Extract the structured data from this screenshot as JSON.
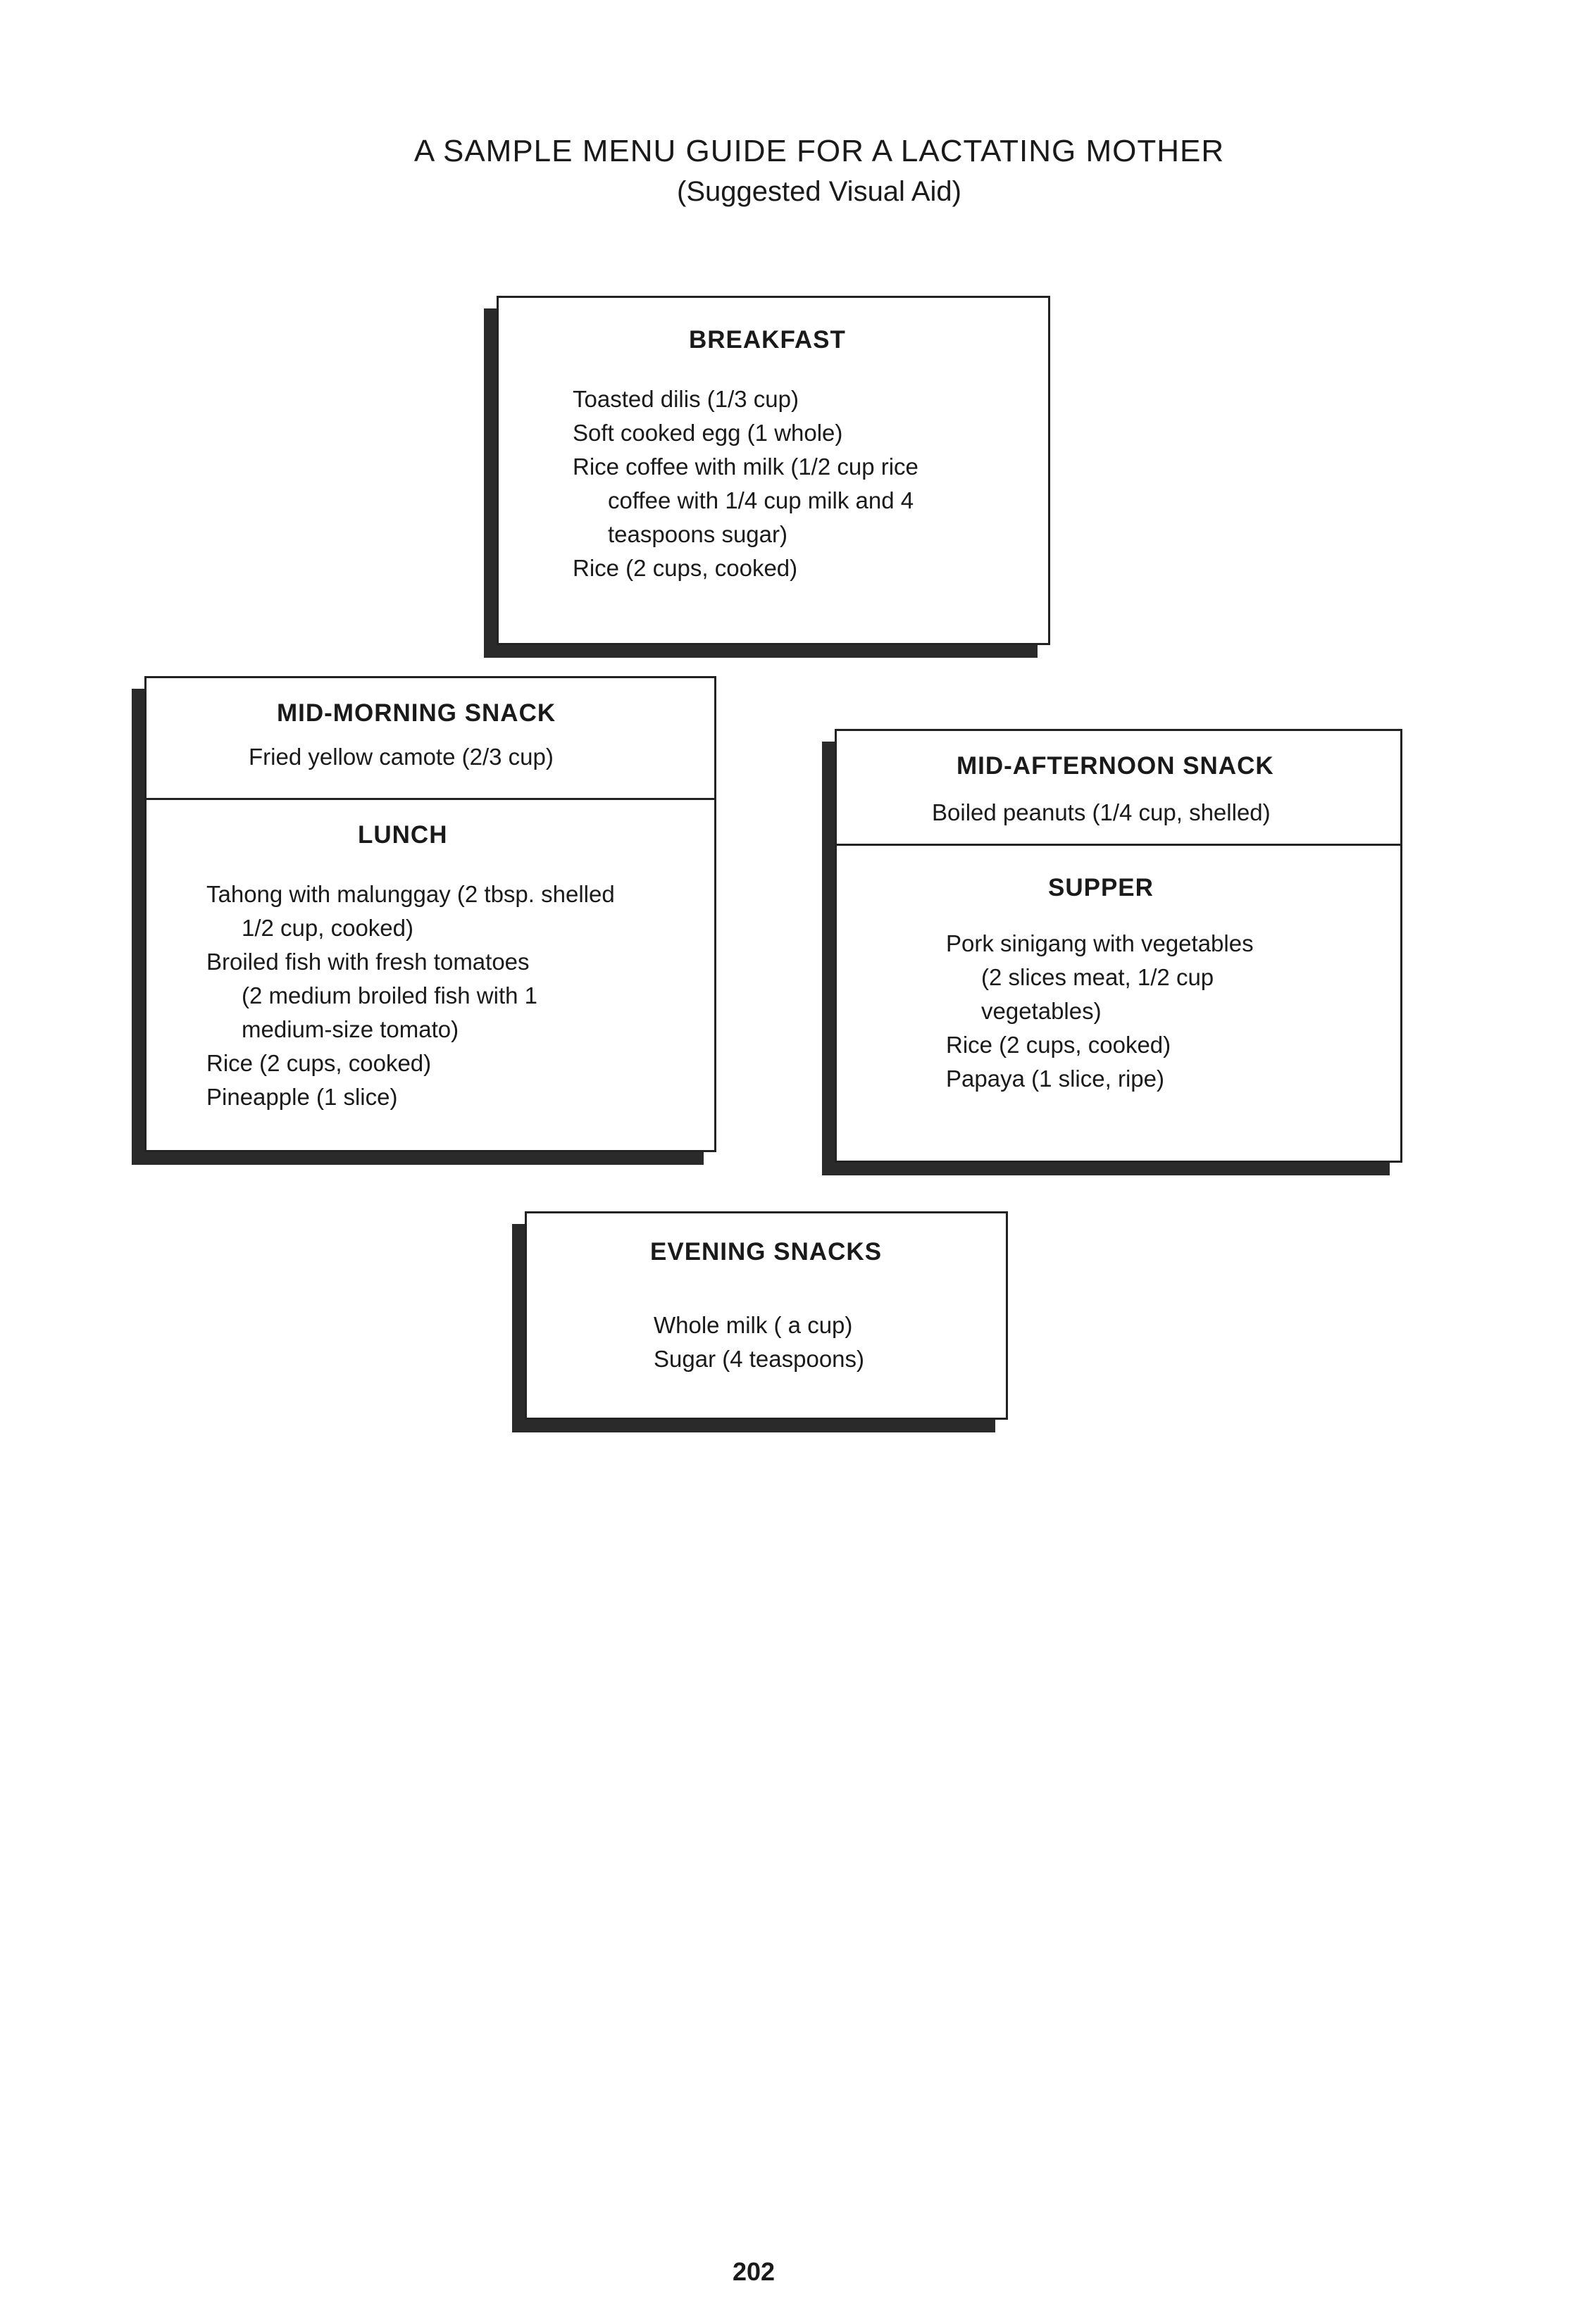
{
  "title": "A SAMPLE MENU GUIDE FOR A LACTATING MOTHER",
  "subtitle": "(Suggested Visual Aid)",
  "breakfast": {
    "heading": "BREAKFAST",
    "items": [
      "Toasted dilis (1/3 cup)",
      "Soft cooked egg (1 whole)",
      "Rice coffee with milk (1/2 cup rice",
      "coffee with 1/4 cup milk and 4",
      "teaspoons sugar)",
      "Rice (2 cups, cooked)"
    ]
  },
  "mid_morning_snack": {
    "heading": "MID-MORNING SNACK",
    "items": [
      "Fried yellow camote (2/3 cup)"
    ]
  },
  "lunch": {
    "heading": "LUNCH",
    "items": [
      "Tahong with malunggay (2 tbsp. shelled",
      "1/2 cup, cooked)",
      "Broiled fish with fresh tomatoes",
      "(2 medium broiled fish with 1",
      "medium-size tomato)",
      "Rice (2 cups, cooked)",
      "Pineapple (1 slice)"
    ]
  },
  "mid_afternoon_snack": {
    "heading": "MID-AFTERNOON SNACK",
    "items": [
      "Boiled peanuts (1/4 cup, shelled)"
    ]
  },
  "supper": {
    "heading": "SUPPER",
    "items": [
      "Pork sinigang with vegetables",
      "(2 slices meat, 1/2 cup",
      "vegetables)",
      "Rice (2 cups, cooked)",
      "Papaya (1 slice, ripe)"
    ]
  },
  "evening_snacks": {
    "heading": "EVENING SNACKS",
    "items": [
      "Whole milk ( a cup)",
      "Sugar (4 teaspoons)"
    ]
  },
  "page_number": "202"
}
